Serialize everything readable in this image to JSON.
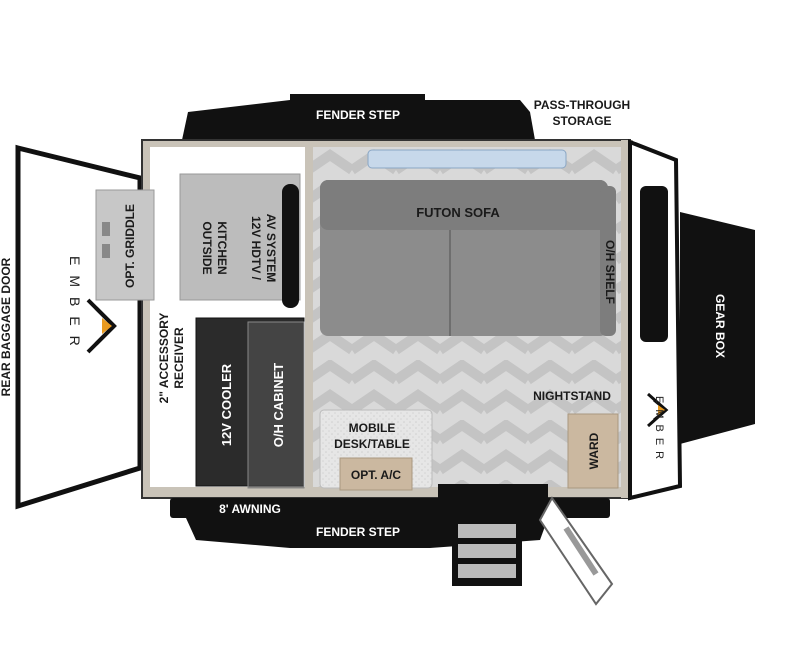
{
  "floorplan": {
    "labels": {
      "fender_step_top": "FENDER STEP",
      "fender_step_bottom": "FENDER STEP",
      "pass_through_line1": "PASS-THROUGH",
      "pass_through_line2": "STORAGE",
      "rear_baggage_door": "REAR BAGGAGE DOOR",
      "opt_griddle": "OPT. GRIDDLE",
      "outside_kitchen_line1": "OUTSIDE",
      "outside_kitchen_line2": "KITCHEN",
      "hdtv_line1": "12V HDTV /",
      "hdtv_line2": "AV SYSTEM",
      "accessory_line1": "2\" ACCESSORY",
      "accessory_line2": "RECEIVER",
      "cooler": "12V COOLER",
      "oh_cabinet": "O/H CABINET",
      "futon_sofa": "FUTON SOFA",
      "oh_shelf": "O/H SHELF",
      "nightstand": "NIGHTSTAND",
      "desk_line1": "MOBILE",
      "desk_line2": "DESK/TABLE",
      "opt_ac": "OPT. A/C",
      "ward": "WARD",
      "awning": "8' AWNING",
      "gear_box": "GEAR BOX"
    },
    "brand": {
      "logo_text": "EMBER"
    },
    "colors": {
      "black": "#111111",
      "gray_sofa": "#8c8c8c",
      "floor_beige": "#d8d2c8",
      "wood": "#cbb8a0",
      "dark_cabinet": "#2b2b2b"
    }
  }
}
